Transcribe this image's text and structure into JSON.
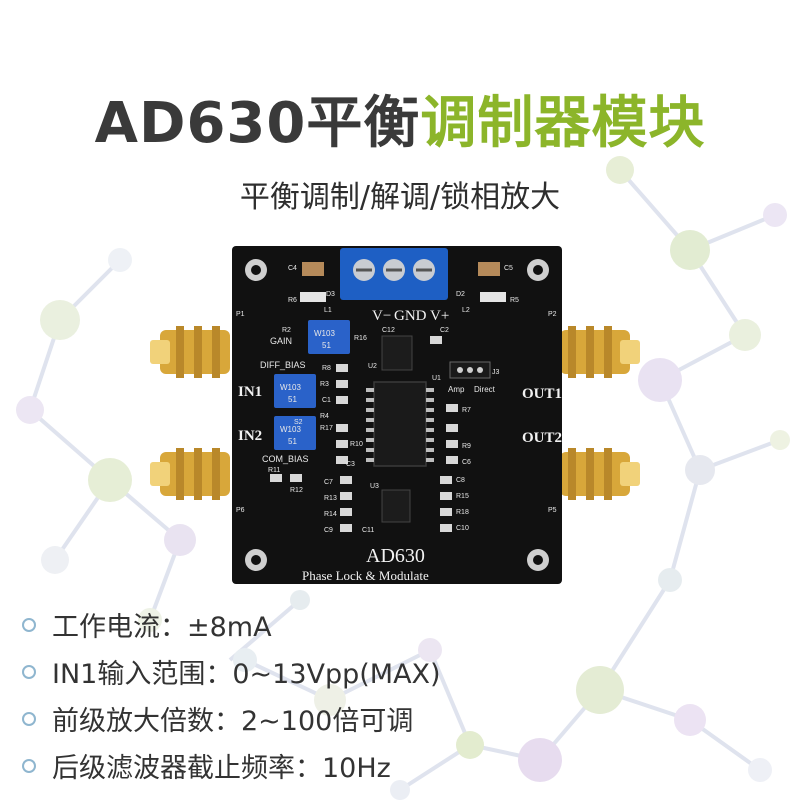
{
  "title": {
    "part1": "AD630平衡",
    "part2": "调制器模块"
  },
  "subtitle": "平衡调制/解调/锁相放大",
  "board": {
    "model": "AD630",
    "caption": "Phase Lock & Modulate",
    "labels": {
      "v_minus": "V−",
      "gnd": "GND",
      "v_plus": "V+",
      "in1": "IN1",
      "in2": "IN2",
      "out1": "OUT1",
      "out2": "OUT2",
      "gain": "GAIN",
      "diff_bias": "DIFF_BIAS",
      "com_bias": "COM_BIAS",
      "amp": "Amp",
      "direct": "Direct",
      "pot_marking": "W103",
      "pot_sub": "51",
      "p1": "P1",
      "p2": "P2",
      "p5": "P5",
      "p6": "P6",
      "c4": "C4",
      "c5": "C5",
      "r5": "R5",
      "r6": "R6",
      "d3": "D3",
      "d2": "D2",
      "l1": "L1",
      "l2": "L2",
      "r2": "R2",
      "r16": "R16",
      "c2": "C2",
      "r8": "R8",
      "c1": "C1",
      "r3": "R3",
      "r4": "R4",
      "r17": "R17",
      "r10": "R10",
      "r7": "R7",
      "r9": "R9",
      "c6": "C6",
      "c3": "C3",
      "r11": "R11",
      "r12": "R12",
      "r13": "R13",
      "r14": "R14",
      "r15": "R15",
      "r18": "R18",
      "c7": "C7",
      "c8": "C8",
      "c9": "C9",
      "c10": "C10",
      "c11": "C11",
      "c12": "C12",
      "u1": "U1",
      "u2": "U2",
      "u3": "U3",
      "j3": "J3",
      "s2": "S2"
    }
  },
  "specs": [
    "工作电流：±8mA",
    "IN1输入范围：0~13Vpp(MAX)",
    "前级放大倍数：2~100倍可调",
    "后级滤波器截止频率：10Hz"
  ],
  "colors": {
    "title_dark": "#3a3a3a",
    "title_accent": "#8cb52a",
    "board": "#111111",
    "terminal_blue": "#1e5fc4",
    "pot_blue": "#2a62c9",
    "gold": "#d8a73a"
  }
}
